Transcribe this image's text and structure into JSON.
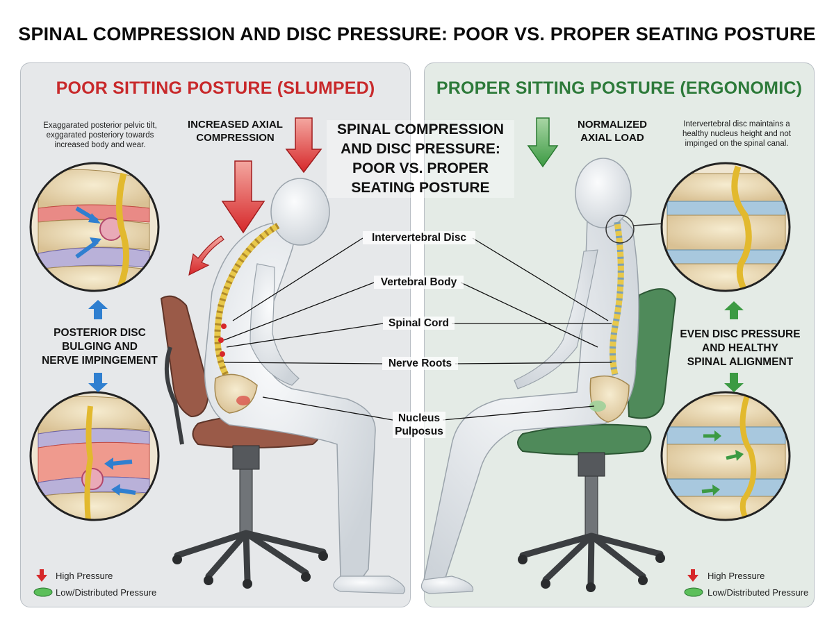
{
  "title": "SPINAL COMPRESSION AND DISC PRESSURE: POOR VS. PROPER SEATING POSTURE",
  "center_heading": [
    "SPINAL COMPRESSION",
    "AND DISC PRESSURE:",
    "POOR VS. PROPER",
    "SEATING POSTURE"
  ],
  "left_panel": {
    "title": "POOR SITTING POSTURE (SLUMPED)",
    "note": [
      "Exaggarated posterior pelvic tilt,",
      "exggarated posteriory towards",
      "increased body and wear."
    ],
    "load_label": [
      "INCREASED AXIAL",
      "COMPRESSION"
    ],
    "callout": [
      "POSTERIOR DISC",
      "BULGING AND",
      "NERVE IMPINGEMENT"
    ],
    "legend": {
      "high": "High Pressure",
      "low": "Low/Distributed Pressure"
    }
  },
  "right_panel": {
    "title": "PROPER SITTING POSTURE (ERGONOMIC)",
    "note": [
      "Intervertebral disc maintains a",
      "healthy nucleus height and not",
      "impinged on the spinal canal."
    ],
    "load_label": [
      "NORMALIZED",
      "AXIAL LOAD"
    ],
    "callout": [
      "EVEN DISC PRESSURE",
      "AND HEALTHY",
      "SPINAL ALIGNMENT"
    ],
    "legend": {
      "high": "High Pressure",
      "low": "Low/Distributed Pressure"
    }
  },
  "anatomy_labels": {
    "intervertebral_disc": "Intervertebral Disc",
    "vertebral_body": "Vertebral Body",
    "spinal_cord": "Spinal Cord",
    "nerve_roots": "Nerve Roots",
    "nucleus_pulposus": [
      "Nucleus",
      "Pulposus"
    ]
  },
  "colors": {
    "poor_red": "#c8292b",
    "proper_green": "#2d7a3a",
    "pressure_blue": "#2f7fd0",
    "spine_yellow": "#e8c84a",
    "seat_brown": "#9a5a48",
    "seat_green": "#4f8a5a"
  }
}
